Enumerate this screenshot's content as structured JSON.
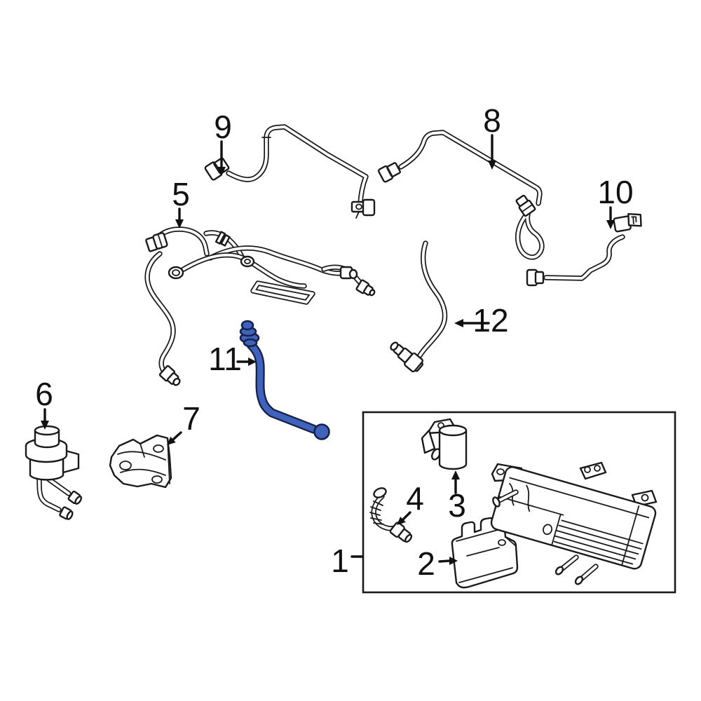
{
  "diagram": {
    "type": "exploded-parts-line-drawing",
    "background": "#ffffff",
    "line_color": "#1a1a1a",
    "highlight": {
      "fill": "#3f63ba",
      "outline": "#16204a"
    },
    "highlighted_callout": "11",
    "callouts": [
      {
        "label": "1"
      },
      {
        "label": "2"
      },
      {
        "label": "3"
      },
      {
        "label": "4"
      },
      {
        "label": "5"
      },
      {
        "label": "6"
      },
      {
        "label": "7"
      },
      {
        "label": "8"
      },
      {
        "label": "9"
      },
      {
        "label": "10"
      },
      {
        "label": "11"
      },
      {
        "label": "12"
      }
    ]
  }
}
